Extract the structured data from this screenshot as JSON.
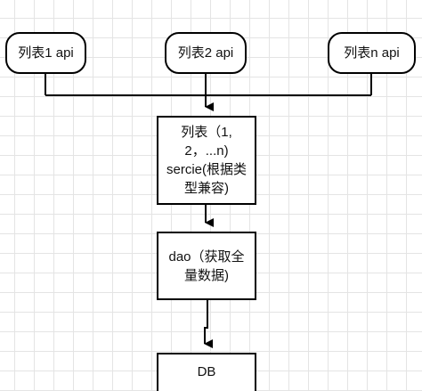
{
  "nodes": {
    "api_1": "列表1 api",
    "api_2": "列表2 api",
    "api_n": "列表n api",
    "service": "列表（1,\n2，...n)\nsercie(根据类\n型兼容)",
    "dao": "dao（获取全\n量数据)",
    "db": "DB"
  },
  "colors": {
    "stroke": "#000000",
    "grid": "#e4e4e4",
    "background": "#ffffff"
  }
}
